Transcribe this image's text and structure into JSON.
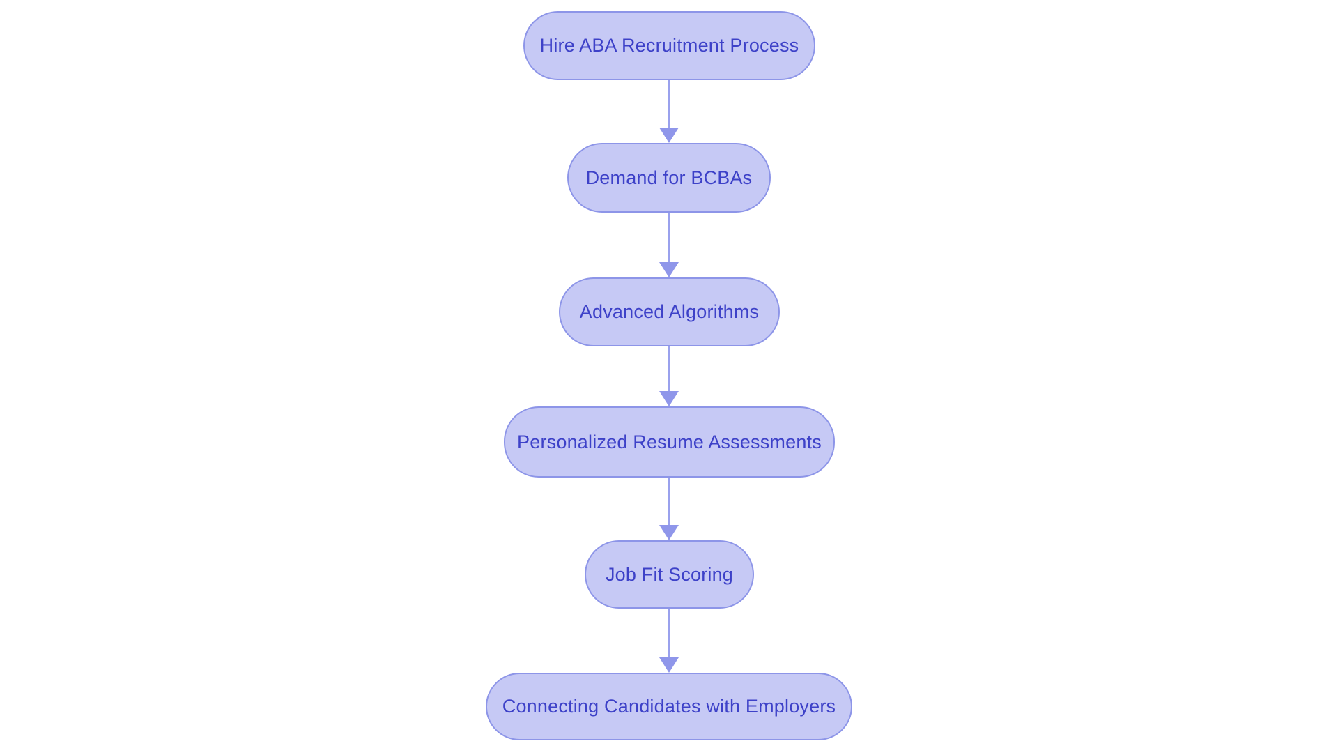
{
  "diagram": {
    "type": "flowchart",
    "direction": "top-down",
    "background": "#ffffff",
    "nodes": [
      {
        "id": "n1",
        "label": "Hire ABA Recruitment Process"
      },
      {
        "id": "n2",
        "label": "Demand for BCBAs"
      },
      {
        "id": "n3",
        "label": "Advanced Algorithms"
      },
      {
        "id": "n4",
        "label": "Personalized Resume Assessments"
      },
      {
        "id": "n5",
        "label": "Job Fit Scoring"
      },
      {
        "id": "n6",
        "label": "Connecting Candidates with Employers"
      }
    ],
    "edges": [
      {
        "from": "n1",
        "to": "n2"
      },
      {
        "from": "n2",
        "to": "n3"
      },
      {
        "from": "n3",
        "to": "n4"
      },
      {
        "from": "n4",
        "to": "n5"
      },
      {
        "from": "n5",
        "to": "n6"
      }
    ],
    "colors": {
      "node_fill": "#c6c9f5",
      "node_border": "#8d95e8",
      "node_text": "#3d41c8",
      "arrow_shaft": "#9aa1ed",
      "arrow_head": "#8f96ea"
    }
  }
}
